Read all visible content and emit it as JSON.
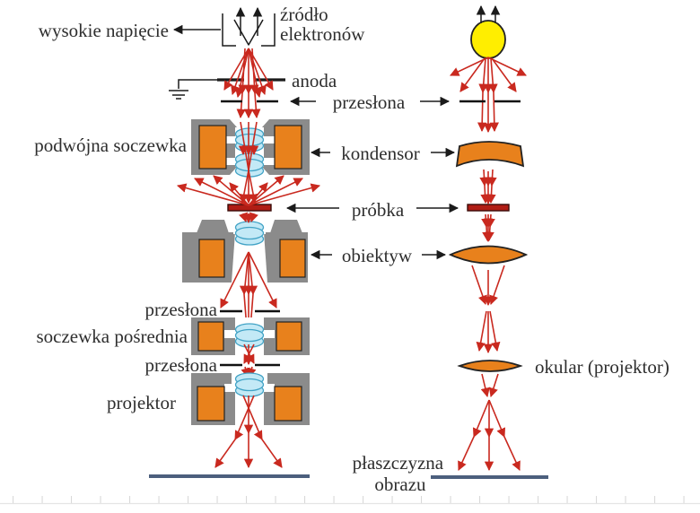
{
  "diagram": {
    "title_implicit": "TEM vs optical microscope ray diagram",
    "labels": {
      "high_voltage": "wysokie napięcie",
      "electron_source_line1": "źródło",
      "electron_source_line2": "elektronów",
      "anode": "anoda",
      "aperture_top": "przesłona",
      "double_lens": "podwójna soczewka",
      "condenser": "kondensor",
      "sample": "próbka",
      "objective": "obiektyw",
      "aperture_mid": "przesłona",
      "intermediate_lens": "soczewka pośrednia",
      "aperture_lower": "przesłona",
      "projector": "projektor",
      "eyepiece": "okular (projektor)",
      "image_plane_line1": "płaszczyzna",
      "image_plane_line2": "obrazu"
    }
  },
  "colors": {
    "ray_red": "#c9291f",
    "coil_orange": "#e8811c",
    "iron_gray": "#8b8b8b",
    "coil_blue_fill": "#c3e9f6",
    "coil_blue_stroke": "#42a3c6",
    "sample_red": "#b01d15",
    "plane_blue": "#4c5f7d",
    "sun_yellow": "#ffee00",
    "line_black": "#1b1b1b",
    "text_color": "#2e2e2e"
  }
}
